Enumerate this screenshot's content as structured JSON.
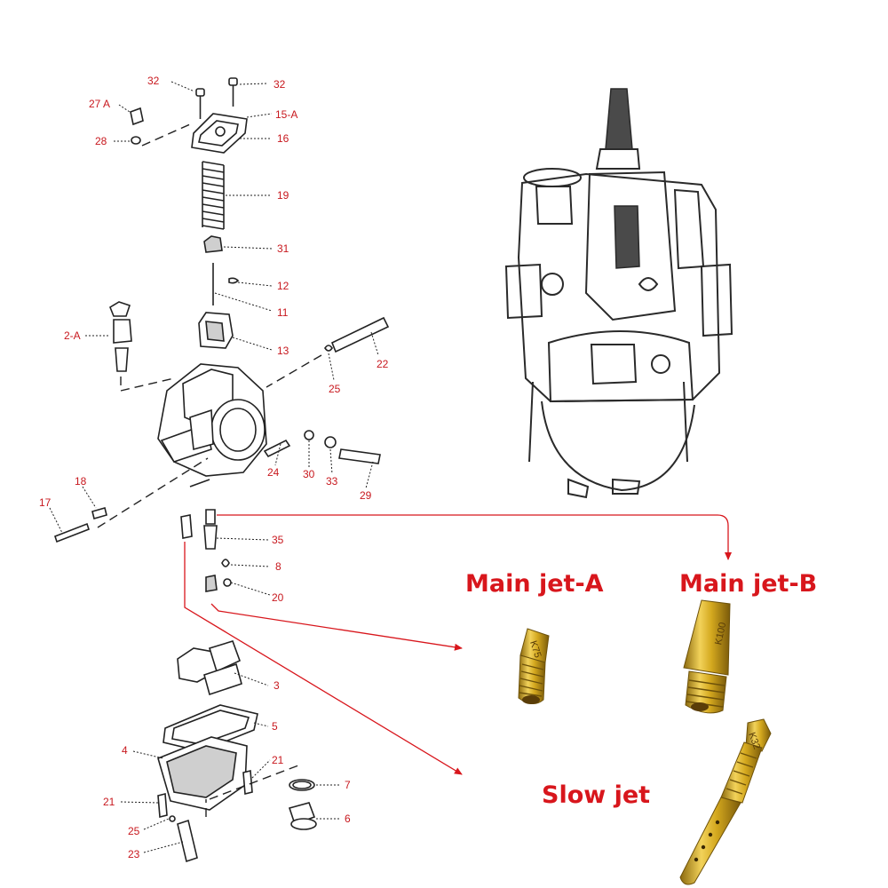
{
  "colors": {
    "callout": "#c8181e",
    "caption": "#d8161c",
    "brass": "#d4a81e",
    "brass_dark": "#9a7410",
    "linework": "#222222"
  },
  "callouts": {
    "c32_left": "32",
    "c32_right": "32",
    "c27a": "27 A",
    "c15a": "15-A",
    "c28": "28",
    "c16": "16",
    "c19": "19",
    "c31": "31",
    "c12": "12",
    "c11": "11",
    "c2a": "2-A",
    "c13": "13",
    "c22": "22",
    "c25_top": "25",
    "c24": "24",
    "c30": "30",
    "c33": "33",
    "c29": "29",
    "c18": "18",
    "c17": "17",
    "c35": "35",
    "c8": "8",
    "c20": "20",
    "c3": "3",
    "c5": "5",
    "c4": "4",
    "c21_right": "21",
    "c21_left": "21",
    "c7": "7",
    "c25_bottom": "25",
    "c6": "6",
    "c23": "23"
  },
  "captions": {
    "main_jet_a": "Main  jet-A",
    "main_jet_b": "Main  jet-B",
    "slow_jet": "Slow jet"
  },
  "jet_markings": {
    "main_jet_a": "K75",
    "main_jet_b": "K100",
    "slow_jet": "K32"
  }
}
